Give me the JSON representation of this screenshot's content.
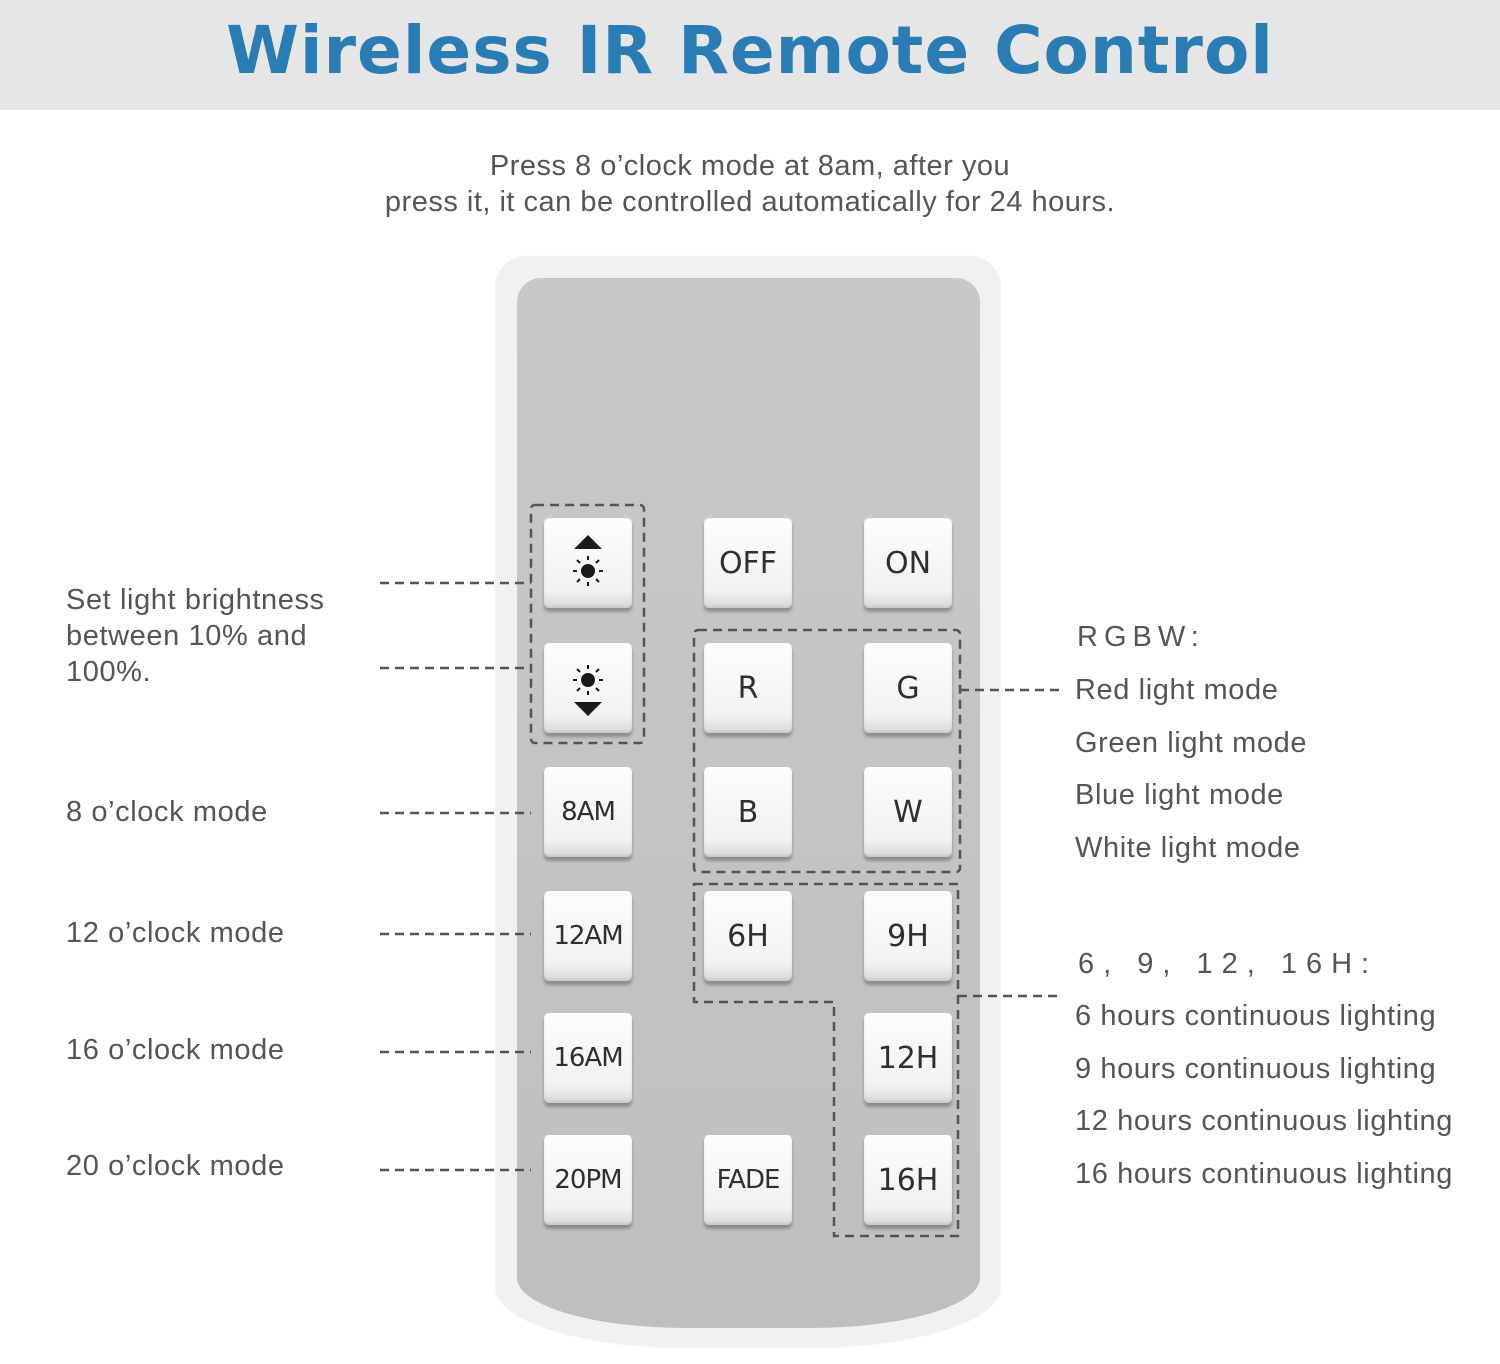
{
  "title": "Wireless IR Remote Control",
  "subtitle": {
    "line1": "Press 8 o’clock mode at 8am, after you",
    "line2": "press it, it can be controlled automatically for 24 hours."
  },
  "buttons": {
    "brightness_up_icon": "brightness-up-icon",
    "brightness_down_icon": "brightness-down-icon",
    "off": "OFF",
    "on": "ON",
    "r": "R",
    "g": "G",
    "b": "B",
    "w": "W",
    "am8": "8AM",
    "am12": "12AM",
    "am16": "16AM",
    "pm20": "20PM",
    "h6": "6H",
    "h9": "9H",
    "h12": "12H",
    "h16": "16H",
    "fade": "FADE"
  },
  "left_labels": {
    "brightness": [
      "Set light brightness",
      "between 10% and",
      "100%."
    ],
    "mode8": "8 o’clock mode",
    "mode12": "12 o’clock mode",
    "mode16": "16 o’clock mode",
    "mode20": "20 o’clock mode"
  },
  "right_labels": {
    "rgbw_heading": "RGBW:",
    "rgbw_items": [
      "Red light mode",
      "Green light mode",
      "Blue light mode",
      "White light mode"
    ],
    "timer_heading": "6, 9, 12, 16H:",
    "timer_items": [
      "6 hours continuous lighting",
      "9 hours continuous lighting",
      "12 hours continuous lighting",
      "16 hours continuous lighting"
    ]
  },
  "colors": {
    "title": "#2a7db4",
    "banner": "#e6e6e6",
    "remote_face": "#c6c6c6",
    "text": "#555555"
  }
}
